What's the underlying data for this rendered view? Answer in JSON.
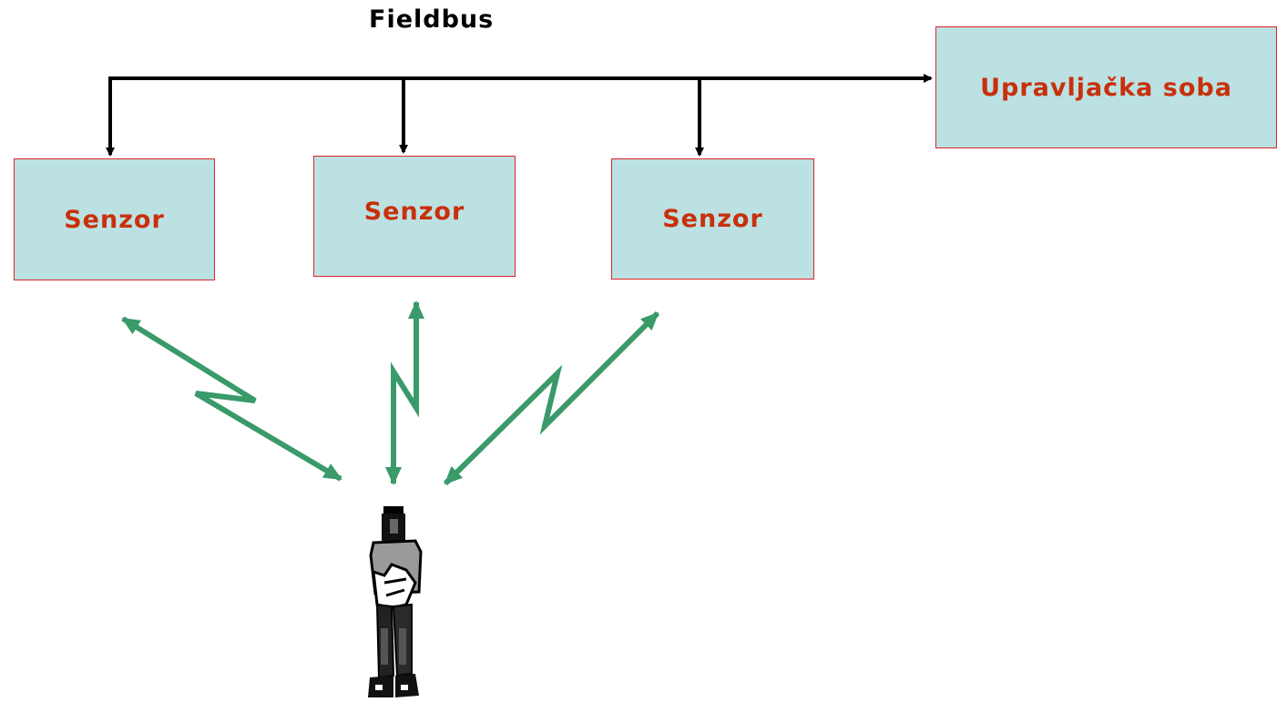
{
  "diagram": {
    "bus_label": "Fieldbus",
    "control_room_label": "Upravljačka soba",
    "sensors": [
      {
        "label": "Senzor"
      },
      {
        "label": "Senzor"
      },
      {
        "label": "Senzor"
      }
    ],
    "colors": {
      "box_fill": "#bce1e2",
      "box_border": "#e0242b",
      "box_text": "#c8300c",
      "bus_line": "#000000",
      "wireless_link": "#3a9a6a"
    },
    "icons": {
      "person": "standing-person-icon"
    }
  }
}
